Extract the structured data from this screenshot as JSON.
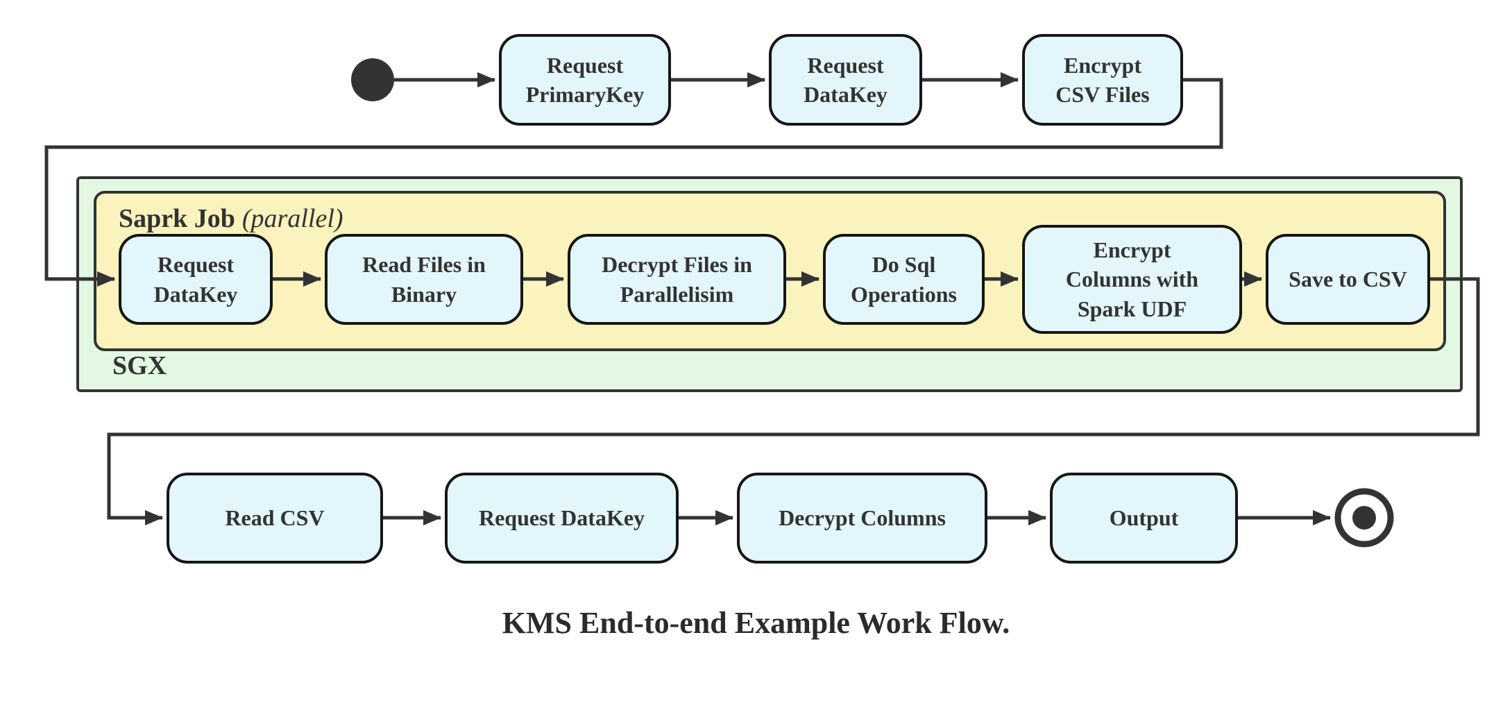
{
  "colors": {
    "node_fill": "#e3f6fb",
    "node_border": "#161616",
    "container_green_fill": "#e2f8e2",
    "container_yellow_fill": "#faf3bd",
    "container_border": "#333333",
    "line": "#333333",
    "text": "#333333"
  },
  "caption": "KMS End-to-end Example Work Flow.",
  "start_row": {
    "nodes": [
      {
        "id": "request-primarykey",
        "label": "Request\nPrimaryKey"
      },
      {
        "id": "request-datakey",
        "label": "Request\nDataKey"
      },
      {
        "id": "encrypt-csv-files",
        "label": "Encrypt\nCSV Files"
      }
    ]
  },
  "sgx": {
    "label": "SGX",
    "spark_job": {
      "label": "Saprk Job",
      "label_suffix": "(parallel)",
      "nodes": [
        {
          "id": "sgx-request-datakey",
          "label": "Request\nDataKey"
        },
        {
          "id": "read-files-in-binary",
          "label": "Read Files in\nBinary"
        },
        {
          "id": "decrypt-files-in-parallelisim",
          "label": "Decrypt Files in\nParallelisim"
        },
        {
          "id": "do-sql-operations",
          "label": "Do Sql\nOperations"
        },
        {
          "id": "encrypt-columns-with-spark-udf",
          "label": "Encrypt\nColumns with\nSpark UDF"
        },
        {
          "id": "save-to-csv",
          "label": "Save to CSV"
        }
      ]
    }
  },
  "end_row": {
    "nodes": [
      {
        "id": "read-csv",
        "label": "Read CSV"
      },
      {
        "id": "request-datakey-final",
        "label": "Request DataKey"
      },
      {
        "id": "decrypt-columns",
        "label": "Decrypt Columns"
      },
      {
        "id": "output",
        "label": "Output"
      }
    ]
  }
}
